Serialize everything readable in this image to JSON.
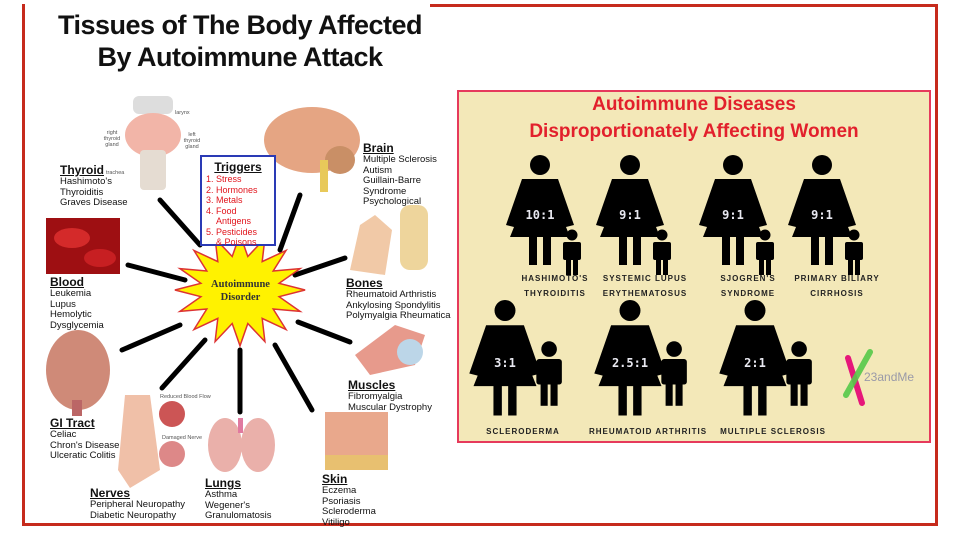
{
  "title": {
    "line1": "Tissues of The Body Affected",
    "line2": "By Autoimmune Attack"
  },
  "center": {
    "line1": "Autoimmune",
    "line2": "Disorder"
  },
  "triggers": {
    "heading": "Triggers",
    "items": [
      "1. Stress",
      "2. Hormones",
      "3. Metals",
      "4. Food",
      "Antigens",
      "5. Pesticides",
      "& Poisons"
    ]
  },
  "tissues": {
    "thyroid": {
      "heading": "Thyroid",
      "items": [
        "Hashimoto's",
        "Thyroiditis",
        "Graves Disease"
      ],
      "image_labels": [
        "larynx",
        "right thyroid gland",
        "left thyroid gland",
        "trachea"
      ]
    },
    "brain": {
      "heading": "Brain",
      "items": [
        "Multiple Sclerosis",
        "Autism",
        "Guillain-Barre",
        "Syndrome",
        "Psychological"
      ]
    },
    "blood": {
      "heading": "Blood",
      "items": [
        "Leukemia",
        "Lupus",
        "Hemolytic",
        "Dysglycemia"
      ]
    },
    "bones": {
      "heading": "Bones",
      "items": [
        "Rheumatoid Arthristis",
        "Ankylosing Spondylitis",
        "Polymyalgia Rheumatica"
      ]
    },
    "gi": {
      "heading": "GI Tract",
      "items": [
        "Celiac",
        "Chron's Disease",
        "Ulceratic Colitis"
      ]
    },
    "muscles": {
      "heading": "Muscles",
      "items": [
        "Fibromyalgia",
        "Muscular Dystrophy"
      ]
    },
    "nerves": {
      "heading": "Nerves",
      "items": [
        "Peripheral Neuropathy",
        "Diabetic Neuropathy"
      ],
      "image_labels": [
        "Reduced Blood Flow",
        "Damaged Nerve"
      ]
    },
    "lungs": {
      "heading": "Lungs",
      "items": [
        "Asthma",
        "Wegener's",
        "Granulomatosis"
      ]
    },
    "skin": {
      "heading": "Skin",
      "items": [
        "Eczema",
        "Psoriasis",
        "Scleroderma",
        "Vitiligo"
      ]
    }
  },
  "women_panel": {
    "title_line1": "Autoimmune Diseases",
    "title_line2": "Disproportionately Affecting Women",
    "diseases": [
      {
        "ratio": "10:1",
        "name1": "Hashimoto's",
        "name2": "thyroiditis"
      },
      {
        "ratio": "9:1",
        "name1": "Systemic lupus",
        "name2": "erythematosus"
      },
      {
        "ratio": "9:1",
        "name1": "Sjogren's",
        "name2": "syndrome"
      },
      {
        "ratio": "9:1",
        "name1": "Primary biliary",
        "name2": "cirrhosis"
      },
      {
        "ratio": "3:1",
        "name1": "Scleroderma",
        "name2": ""
      },
      {
        "ratio": "2.5:1",
        "name1": "Rheumatoid arthritis",
        "name2": ""
      },
      {
        "ratio": "2:1",
        "name1": "Multiple sclerosis",
        "name2": ""
      }
    ],
    "logo": "23andMe"
  },
  "colors": {
    "frame": "#c62a1c",
    "panel_bg": "#f3e8b8",
    "panel_border": "#e63a5c",
    "panel_title": "#e2202c",
    "trigger_text": "#e1141c",
    "trigger_border": "#2a3ab5",
    "starburst": "#fff200"
  }
}
